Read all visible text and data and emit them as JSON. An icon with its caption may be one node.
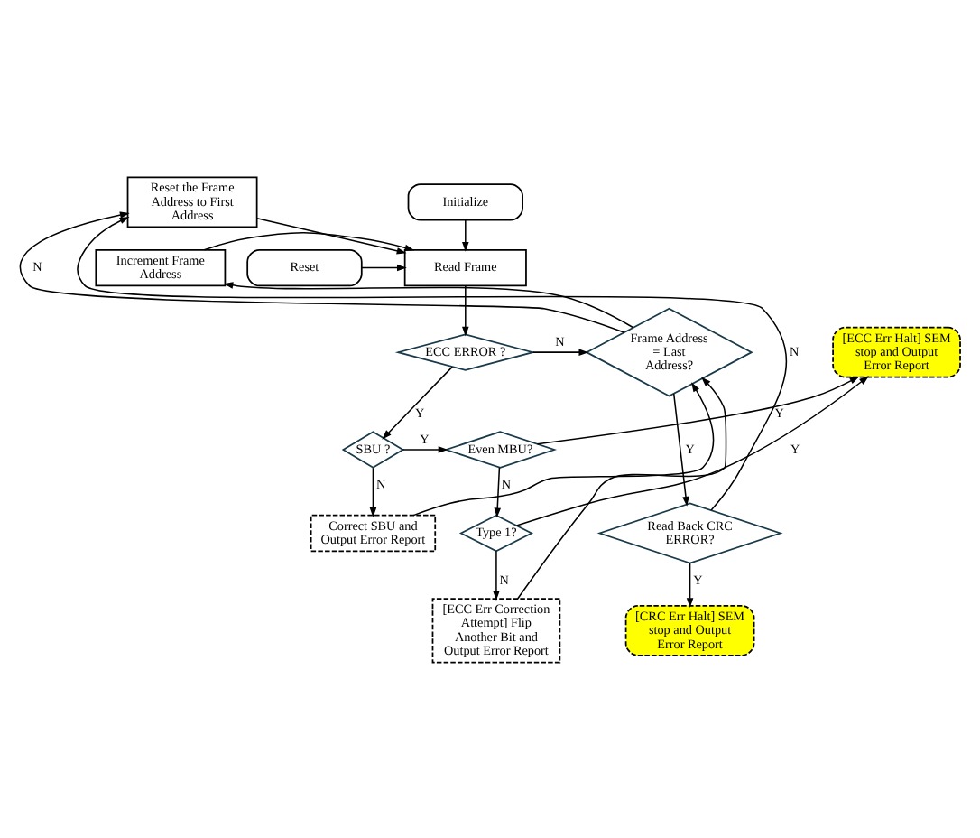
{
  "diagram": {
    "nodes": [
      {
        "text": [
          "Reset the Frame Address to First Address"
        ]
      },
      {
        "text": [
          "Initialize"
        ]
      },
      {
        "text": [
          "Increment Frame Address"
        ]
      },
      {
        "text": [
          "Read Frame"
        ]
      },
      {
        "text": [
          "Reset"
        ]
      },
      {
        "text": [
          "[ECC Err Halt] SEM stop and Output Error Report"
        ]
      },
      {
        "text": [
          "Frame Address = Last Address?"
        ]
      },
      {
        "text": [
          "ECC ERROR ?"
        ]
      },
      {
        "text": [
          "SBU ?"
        ]
      },
      {
        "text": [
          "Even MBU?"
        ]
      },
      {
        "text": [
          "Read Back CRC ERROR?"
        ]
      },
      {
        "text": [
          "Correct SBU and Output Error Report"
        ]
      },
      {
        "text": [
          "Type 1?"
        ]
      },
      {
        "text": [
          "[CRC Err Halt] SEM stop and Output Error Report"
        ]
      },
      {
        "text": [
          "[ECC Err Correction Attempt] Flip Another Bit and Output Error Report"
        ]
      }
    ],
    "edges": [
      {
        "from": 0,
        "to": 3,
        "arrow": "to"
      },
      {
        "from": 1,
        "to": 3,
        "arrow": "to"
      },
      {
        "from": 2,
        "to": 3,
        "arrow": "to"
      },
      {
        "from": 4,
        "to": 3,
        "arrow": "to"
      },
      {
        "from": 3,
        "to": 7,
        "arrow": "to"
      },
      {
        "from": 7,
        "to": 6,
        "arrow": "to",
        "label": "N"
      },
      {
        "from": 11,
        "to": 6,
        "arrow": "to"
      },
      {
        "from": 14,
        "to": 6,
        "arrow": "to"
      },
      {
        "from": 6,
        "to": 2,
        "arrow": "to"
      },
      {
        "from": 6,
        "to": 0,
        "arrow": "to",
        "label": "N"
      },
      {
        "from": 6,
        "to": 10,
        "arrow": "to",
        "label": "Y"
      },
      {
        "from": 10,
        "to": 0,
        "arrow": "to",
        "label": "N"
      },
      {
        "from": 10,
        "to": 13,
        "arrow": "to",
        "label": "Y"
      },
      {
        "from": 7,
        "to": 8,
        "arrow": "to",
        "label": "Y"
      },
      {
        "from": 8,
        "to": 9,
        "arrow": "to",
        "label": "Y"
      },
      {
        "from": 8,
        "to": 11,
        "arrow": "to",
        "label": "N"
      },
      {
        "from": 9,
        "to": 5,
        "arrow": "to",
        "label": "Y"
      },
      {
        "from": 9,
        "to": 12,
        "arrow": "to",
        "label": "N"
      },
      {
        "from": 12,
        "to": 14,
        "arrow": "to",
        "label": "N"
      },
      {
        "from": 12,
        "to": 5,
        "arrow": "to",
        "label": "Y"
      }
    ]
  }
}
